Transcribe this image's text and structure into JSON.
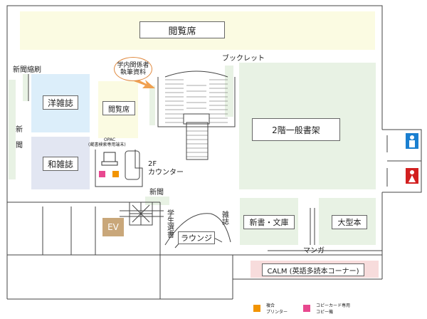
{
  "rooms": {
    "reading_seats_main": "閲覧席",
    "booklet": "ブックレット",
    "newspaper_reduced": "新聞縮刷",
    "faculty_works_line1": "学内関係者",
    "faculty_works_line2": "執筆資料",
    "western_journals": "洋雑誌",
    "reading_seats_small": "閲覧席",
    "newspapers_vertical": "新聞",
    "general_stacks": "2階一般書架",
    "japanese_journals": "和雑誌",
    "opac_line1": "OPAC",
    "opac_line2": "(蔵書検索専用端末)",
    "counter_line1": "2F",
    "counter_line2": "カウンター",
    "newspapers": "新聞",
    "student_election": "学生選書",
    "magazines": "雑誌",
    "lounge": "ラウンジ",
    "new_books": "新書・文庫",
    "large_books": "大型本",
    "manga": "マンガ",
    "calm": "CALM (英語多読本コーナー)",
    "elevator": "EV"
  },
  "legend": {
    "printer_line1": "複合",
    "printer_line2": "プリンター",
    "copier_line1": "コピーカード専用",
    "copier_line2": "コピー機"
  },
  "colors": {
    "yellow_zone": "#fbfbe2",
    "green_zone": "#e8f2e4",
    "blue_zone": "#dceefa",
    "purple_zone": "#e2e6f2",
    "calm_zone": "#f7dcdc",
    "elevator": "#c9a77a",
    "printer": "#f29400",
    "copier": "#e8488f",
    "arrow": "#f0a050",
    "restroom_men": "#1a7fd0",
    "restroom_women": "#d22020"
  },
  "icons": {
    "restroom_men": "man-icon",
    "restroom_women": "woman-icon",
    "stairs": "stairs-icon"
  }
}
